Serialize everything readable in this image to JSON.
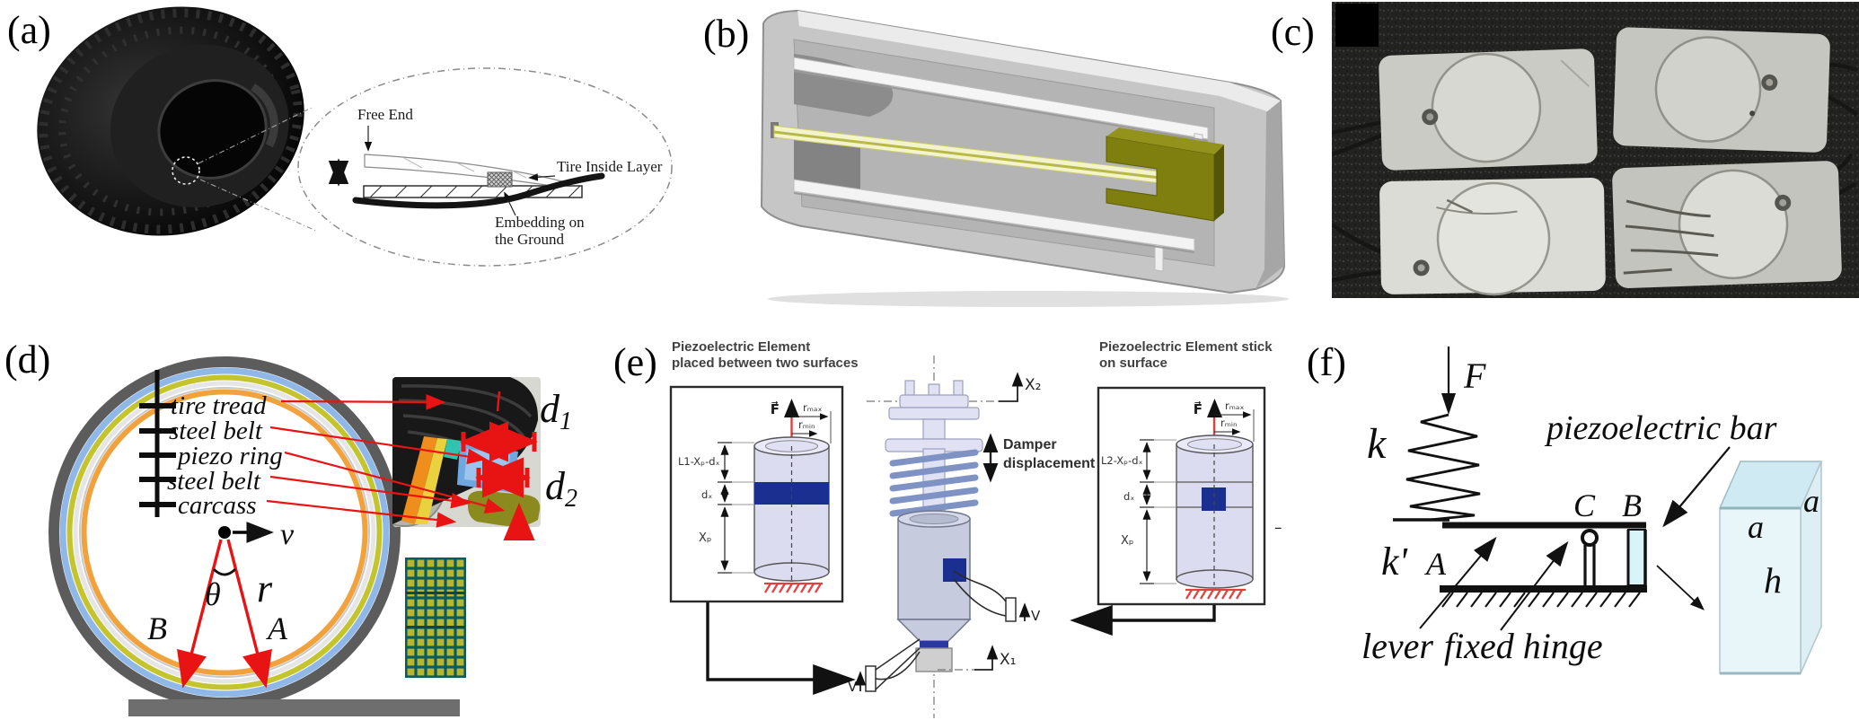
{
  "figure": {
    "panel_a": {
      "label": "(a)",
      "free_end": "Free End",
      "tire_inside_layer": "Tire Inside Layer",
      "embedding_line1": "Embedding on",
      "embedding_line2": "the Ground"
    },
    "panel_b": {
      "label": "(b)"
    },
    "panel_c": {
      "label": "(c)"
    },
    "panel_d": {
      "label": "(d)",
      "layers": [
        "tire tread",
        "steel belt",
        "piezo ring",
        "steel belt",
        "carcass"
      ],
      "velocity": "v",
      "theta": "θ",
      "radius": "r",
      "point_b": "B",
      "point_a": "A",
      "d1_base": "d",
      "d1_sub": "1",
      "d2_base": "d",
      "d2_sub": "2"
    },
    "panel_e": {
      "label": "(e)",
      "left_box": {
        "title_line1": "Piezoelectric Element",
        "title_line2": "placed between two surfaces",
        "dim_top": "L1-Xₚ-dₓ",
        "dim_mid": "dₓ",
        "dim_bottom": "Xₚ",
        "force": "F⃗",
        "r_max": "rₘₐₓ",
        "r_min": "rₘᵢₙ"
      },
      "right_box": {
        "title_line1": "Piezoelectric Element stick",
        "title_line2": "on surface",
        "dim_top": "L2-Xₚ-dₓ",
        "dim_mid": "dₓ",
        "dim_bottom": "Xₚ",
        "force": "F⃗",
        "r_max": "rₘₐₓ",
        "r_min": "rₘᵢₙ",
        "minus": "–"
      },
      "damper": {
        "displacement_line1": "Damper",
        "displacement_line2": "displacement",
        "axis_x2": "X₂",
        "axis_x1": "X₁",
        "voltage_top": "V",
        "voltage_bottom": "V"
      }
    },
    "panel_f": {
      "label": "(f)",
      "force": "F",
      "spring_k": "k",
      "spring_k_prime": "k'",
      "point_a": "A",
      "point_c": "C",
      "point_b": "B",
      "lever": "lever",
      "fixed_hinge": "fixed hinge",
      "piezo_bar": "piezoelectric bar",
      "dim_a_top": "a",
      "dim_a_side": "a",
      "dim_h": "h"
    },
    "colors": {
      "red_annotation": "#e81414",
      "navy_piezo": "#1b2f91",
      "lavender_cylinder": "#dcdcf0",
      "olive_mass": "#7f7f10",
      "beam_yellow": "#f4f4cc",
      "piezo_grid_cell": "#b7b633",
      "piezo_grid_line": "#0b5c5c",
      "cyan_bar": "#d9f4f9",
      "ring_blue": "#8fb8e8",
      "ring_yellow": "#c4c42e",
      "ring_orange": "#f2a23c"
    }
  }
}
